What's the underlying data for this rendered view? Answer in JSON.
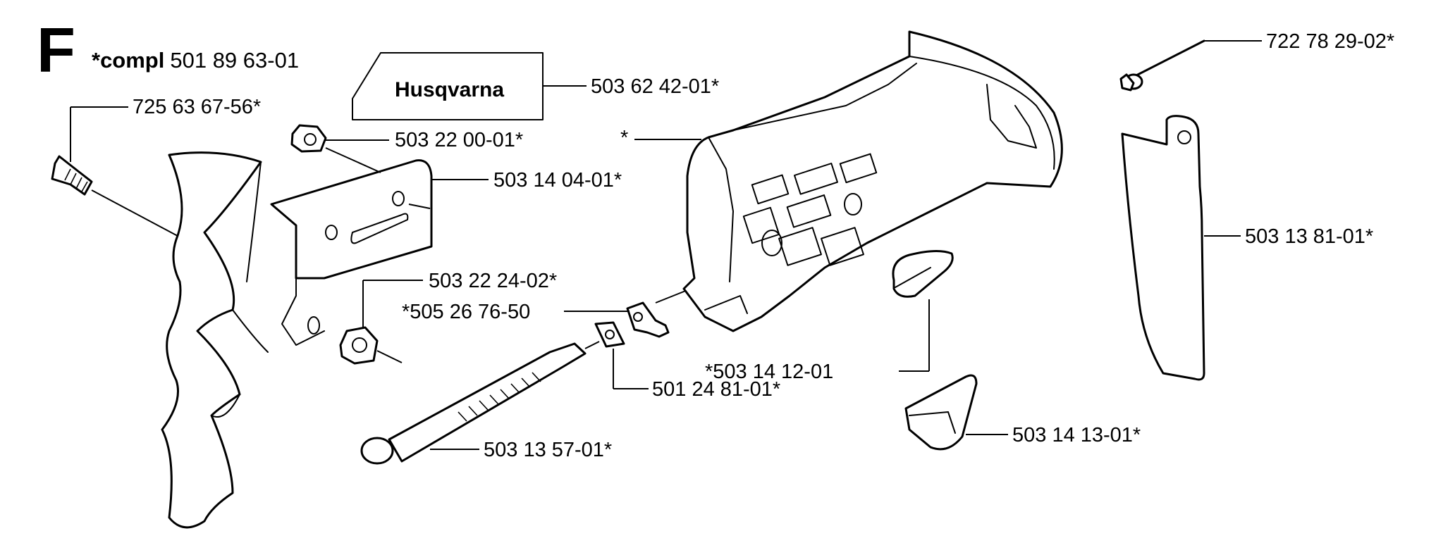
{
  "diagram": {
    "section_letter": "F",
    "compl_prefix": "*compl",
    "compl_number": "501 89 63-01",
    "brand_logo": "Husqvarna",
    "parts": [
      {
        "id": "screw",
        "label": "725 63 67-56*"
      },
      {
        "id": "decal",
        "label": "503 62 42-01*"
      },
      {
        "id": "nut-flange",
        "label": "503 22 00-01*"
      },
      {
        "id": "plate",
        "label": "503 14 04-01*"
      },
      {
        "id": "cover",
        "label": "*"
      },
      {
        "id": "nut-hex",
        "label": "503 22 24-02*"
      },
      {
        "id": "tensioner-nut",
        "label": "*505 26 76-50"
      },
      {
        "id": "washer",
        "label": "501 24 81-01*"
      },
      {
        "id": "tension-screw",
        "label": "503 13 57-01*"
      },
      {
        "id": "button-top",
        "label": "*503 14 12-01"
      },
      {
        "id": "button-bottom",
        "label": "503 14 13-01*"
      },
      {
        "id": "rivet",
        "label": "722 78 29-02*"
      },
      {
        "id": "guard-plate",
        "label": "503 13 81-01*"
      }
    ]
  }
}
